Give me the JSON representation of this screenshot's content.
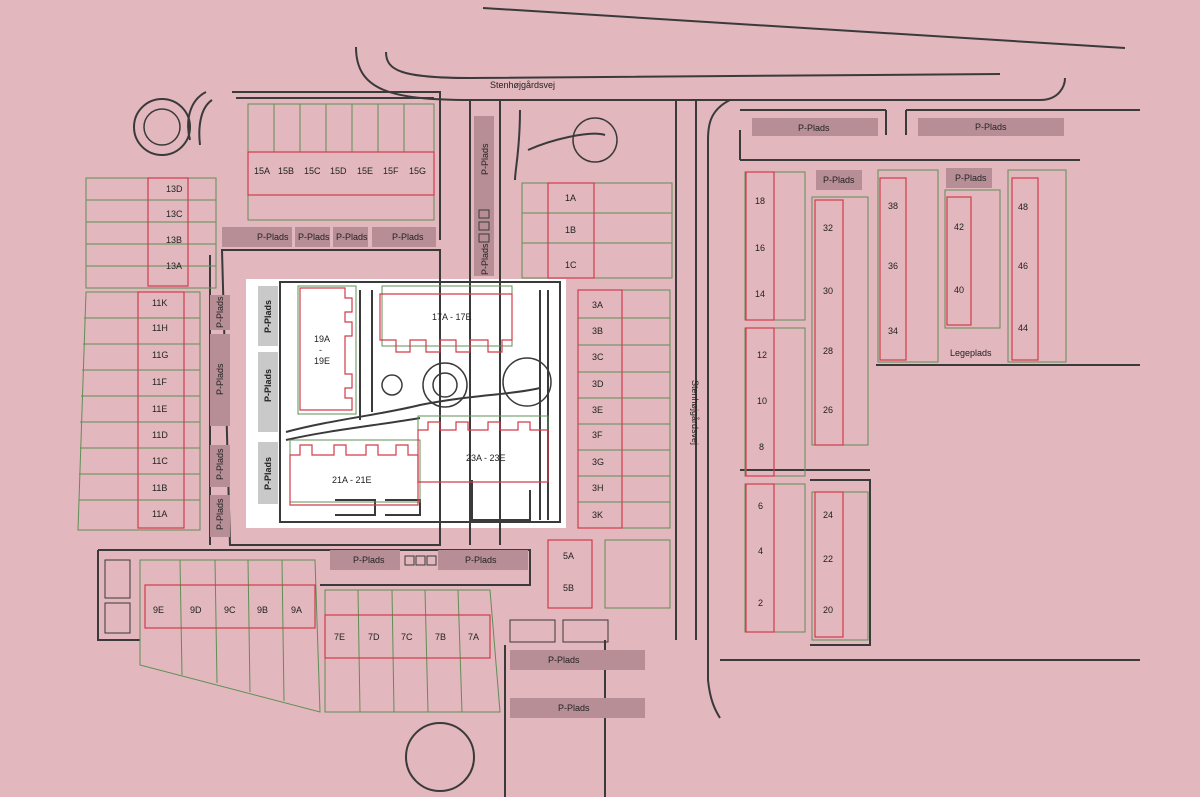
{
  "map": {
    "highlight_color": "#ffffff",
    "background_color": "#e2b7be",
    "parking_color": "#b88e96",
    "building_outline_color": "#d23a4a",
    "plot_outline_color": "#5f8f55",
    "road_outline_color": "#3a3a3a",
    "street_label_top": "Stenhøjgårdsvej",
    "street_label_vertical": "Stenhøjgårdsvej",
    "playground_label": "Legeplads",
    "parking_label": "P-Plads",
    "parking_label_variant": "P-Plads",
    "houses": {
      "h15": [
        "15A",
        "15B",
        "15C",
        "15D",
        "15E",
        "15F",
        "15G"
      ],
      "h13": [
        "13D",
        "13C",
        "13B",
        "13A"
      ],
      "h11": [
        "11K",
        "11H",
        "11G",
        "11F",
        "11E",
        "11D",
        "11C",
        "11B",
        "11A"
      ],
      "h1": [
        "1A",
        "1B",
        "1C"
      ],
      "h3": [
        "3A",
        "3B",
        "3C",
        "3D",
        "3E",
        "3F",
        "3G",
        "3H",
        "3K"
      ],
      "h5": [
        "5A",
        "5B"
      ],
      "h9": [
        "9E",
        "9D",
        "9C",
        "9B",
        "9A"
      ],
      "h7": [
        "7E",
        "7D",
        "7C",
        "7B",
        "7A"
      ],
      "b17": "17A - 17E",
      "b19_top": "19A",
      "b19_mid": "-",
      "b19_bottom": "19E",
      "b21": "21A - 21E",
      "b23": "23A - 23E",
      "col18": [
        "18",
        "16",
        "14"
      ],
      "col12": [
        "12",
        "10",
        "8"
      ],
      "col6": [
        "6",
        "4",
        "2"
      ],
      "col32": [
        "32",
        "30",
        "28",
        "26"
      ],
      "col24": [
        "24",
        "22",
        "20"
      ],
      "col38": [
        "38",
        "36",
        "34"
      ],
      "col42": [
        "42",
        "40"
      ],
      "col48": [
        "48",
        "46",
        "44"
      ]
    }
  }
}
